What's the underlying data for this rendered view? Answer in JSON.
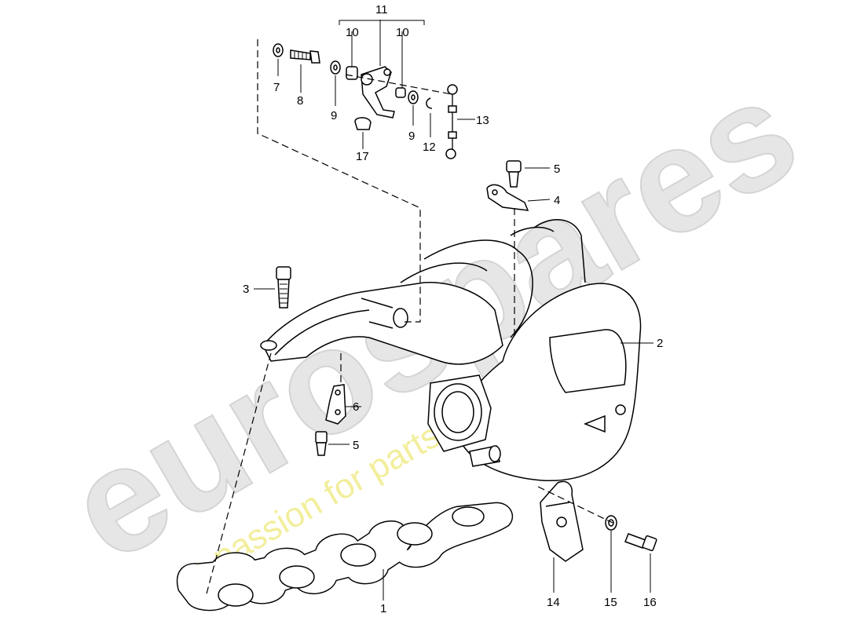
{
  "watermark": {
    "brand": "eurospares",
    "tagline": "a passion for parts since 1985"
  },
  "diagram": {
    "labels": {
      "p1": "1",
      "p2": "2",
      "p3": "3",
      "p4": "4",
      "p5a": "5",
      "p5b": "5",
      "p6": "6",
      "p7": "7",
      "p8": "8",
      "p9a": "9",
      "p9b": "9",
      "p10a": "10",
      "p10b": "10",
      "p11": "11",
      "p12": "12",
      "p13": "13",
      "p14": "14",
      "p15": "15",
      "p16": "16",
      "p17": "17"
    }
  }
}
